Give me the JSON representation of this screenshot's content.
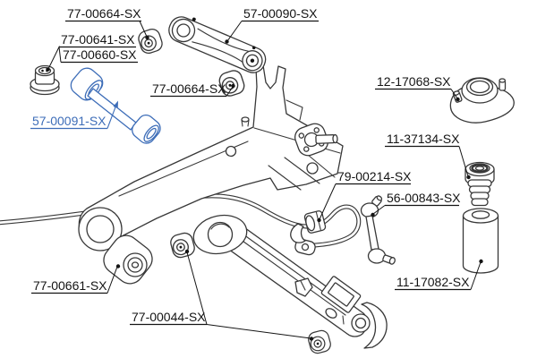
{
  "diagram": {
    "kind": "exploded parts diagram",
    "subject": "rear suspension assembly",
    "colors": {
      "bg": "#ffffff",
      "line_color": "#383838",
      "label_color": "#141414",
      "highlight_color": "#3d6db8"
    },
    "labels": [
      {
        "part_number": "77-00664-SX",
        "highlighted": false
      },
      {
        "part_number": "57-00090-SX",
        "highlighted": false
      },
      {
        "part_number": "77-00641-SX",
        "highlighted": false
      },
      {
        "part_number": "77-00660-SX",
        "highlighted": false
      },
      {
        "part_number": "77-00664-SX",
        "highlighted": false
      },
      {
        "part_number": "57-00091-SX",
        "highlighted": true
      },
      {
        "part_number": "12-17068-SX",
        "highlighted": false
      },
      {
        "part_number": "11-37134-SX",
        "highlighted": false
      },
      {
        "part_number": "79-00214-SX",
        "highlighted": false
      },
      {
        "part_number": "56-00843-SX",
        "highlighted": false
      },
      {
        "part_number": "11-17082-SX",
        "highlighted": false
      },
      {
        "part_number": "77-00661-SX",
        "highlighted": false
      },
      {
        "part_number": "77-00044-SX",
        "highlighted": false
      }
    ]
  }
}
